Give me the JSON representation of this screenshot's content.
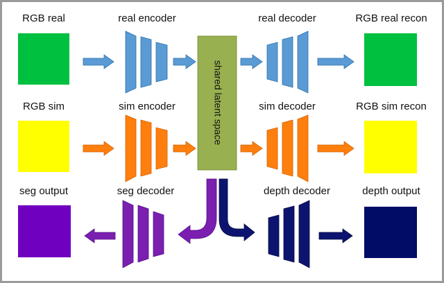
{
  "labels": {
    "rgb_real": "RGB real",
    "real_encoder": "real encoder",
    "real_decoder": "real decoder",
    "rgb_real_recon": "RGB real recon",
    "rgb_sim": "RGB sim",
    "sim_encoder": "sim encoder",
    "sim_decoder": "sim decoder",
    "rgb_sim_recon": "RGB sim recon",
    "seg_output": "seg output",
    "seg_decoder": "seg decoder",
    "depth_decoder": "depth decoder",
    "depth_output": "depth output",
    "latent": "shared latent space"
  },
  "colors": {
    "real_box": "#00c040",
    "sim_box": "#ffff00",
    "seg_box": "#7000c0",
    "depth_box": "#000c66",
    "latent_box": "#99b050",
    "real_network": "#5a9bd5",
    "sim_network": "#ff7f0e",
    "seg_network": "#7a1fb0",
    "depth_network": "#0d1470",
    "frame": "#9a9a9a"
  }
}
